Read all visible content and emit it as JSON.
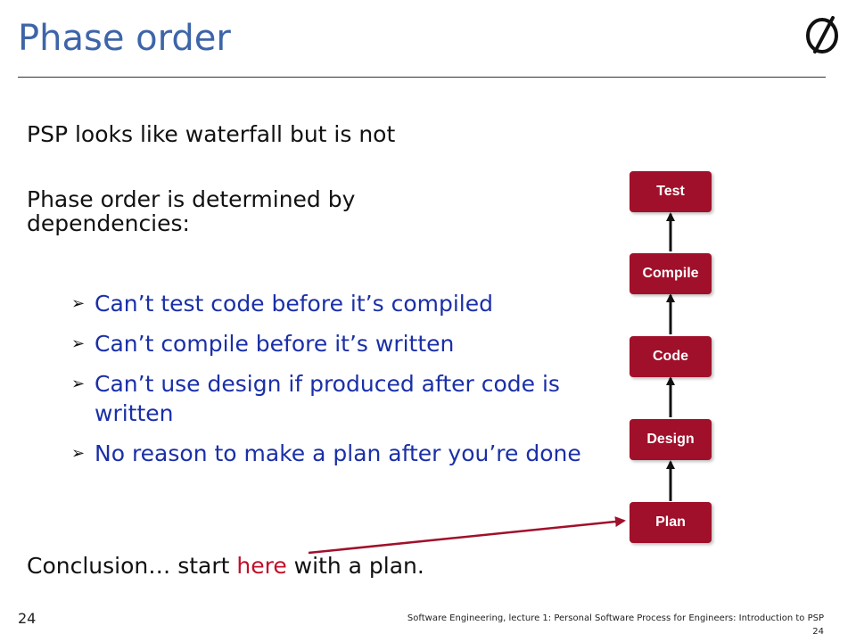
{
  "slide": {
    "title": "Phase order",
    "line1": "PSP looks like waterfall but is not",
    "line2": "Phase order is determined by dependencies:",
    "bullets": [
      "Can’t test code before it’s compiled",
      "Can’t compile before it’s written",
      "Can’t use design if produced after code is written",
      "No reason to make a plan after you’re done"
    ],
    "conclusion": {
      "before": "Conclusion… start ",
      "highlight": "here",
      "after": " with a plan."
    }
  },
  "phases": [
    "Test",
    "Compile",
    "Code",
    "Design",
    "Plan"
  ],
  "footer": {
    "page_number": "24",
    "credit": "Software Engineering, lecture 1: Personal Software Process for Engineers: Introduction to PSP",
    "credit_number": "24"
  },
  "colors": {
    "title": "#3d65a8",
    "bullet_text": "#1a2fa8",
    "highlight": "#c0102a",
    "phase_box": "#a0102a"
  },
  "icons": {
    "logo": "eiffel-logo-icon",
    "bullet": "arrowhead-bullet-icon"
  }
}
